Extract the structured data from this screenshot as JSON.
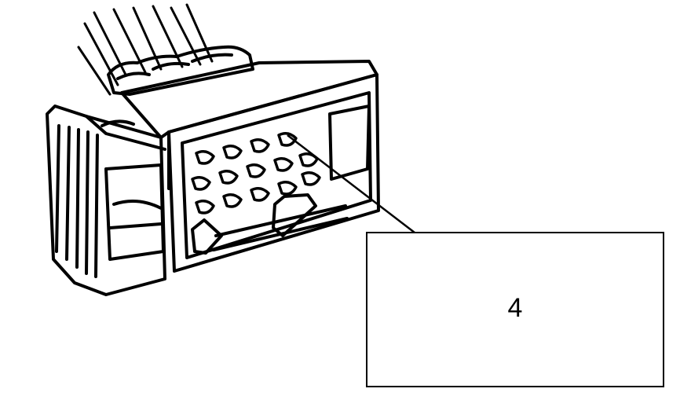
{
  "diagram": {
    "subject": "connector-housing",
    "callouts": [
      {
        "label": "4",
        "target": "terminal-cavity"
      }
    ],
    "colors": {
      "stroke": "#000000",
      "background": "#ffffff"
    }
  }
}
